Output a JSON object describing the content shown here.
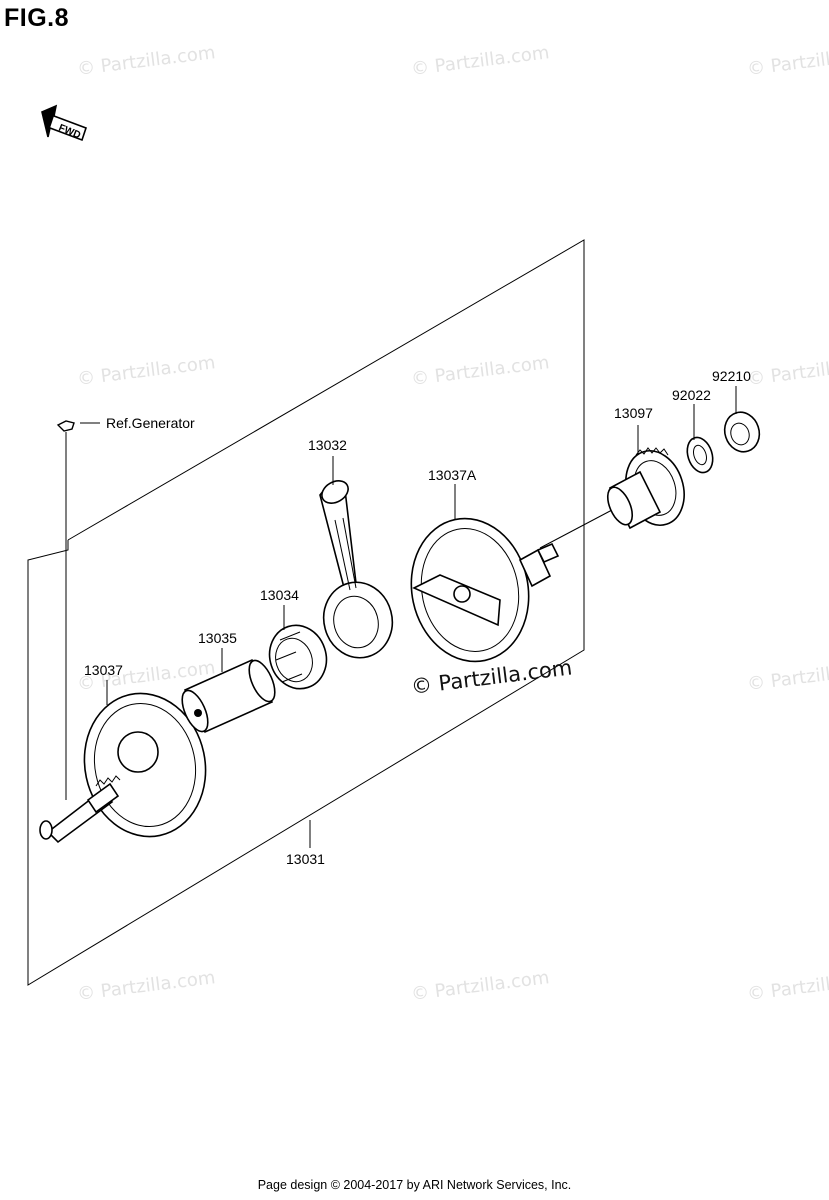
{
  "figure": {
    "title": "FIG.8",
    "fwd_label": "FWD"
  },
  "watermark": {
    "text": "© Partzilla.com"
  },
  "callouts": {
    "ref_generator": "Ref.Generator",
    "p13032": "13032",
    "p13037A": "13037A",
    "p13097": "13097",
    "p92022": "92022",
    "p92210": "92210",
    "p13034": "13034",
    "p13035": "13035",
    "p13037": "13037",
    "p13031": "13031"
  },
  "footer": {
    "text": "Page design © 2004-2017 by ARI Network Services, Inc."
  }
}
